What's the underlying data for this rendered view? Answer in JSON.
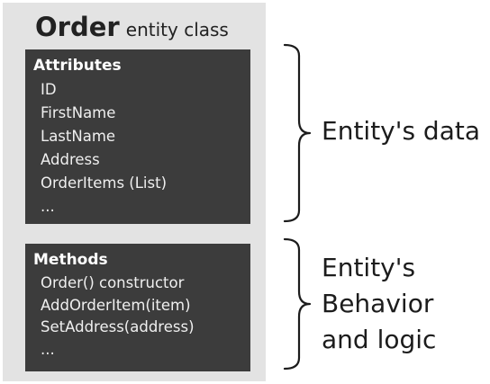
{
  "entity": {
    "name": "Order",
    "kind": "entity class"
  },
  "attributes": {
    "heading": "Attributes",
    "items": [
      "ID",
      "FirstName",
      "LastName",
      "Address",
      "OrderItems (List)",
      "..."
    ]
  },
  "methods": {
    "heading": "Methods",
    "items": [
      "Order() constructor",
      "AddOrderItem(item)",
      "SetAddress(address)",
      "..."
    ]
  },
  "annotations": {
    "data": "Entity's data",
    "behavior": [
      "Entity's",
      "Behavior",
      "and logic"
    ]
  },
  "colors": {
    "card_background": "#e3e3e3",
    "panel_background": "#3c3c3c",
    "panel_text": "#f2f2f2",
    "brace": "#1c1c1c"
  },
  "icons": [
    "right-curly-brace-icon"
  ]
}
